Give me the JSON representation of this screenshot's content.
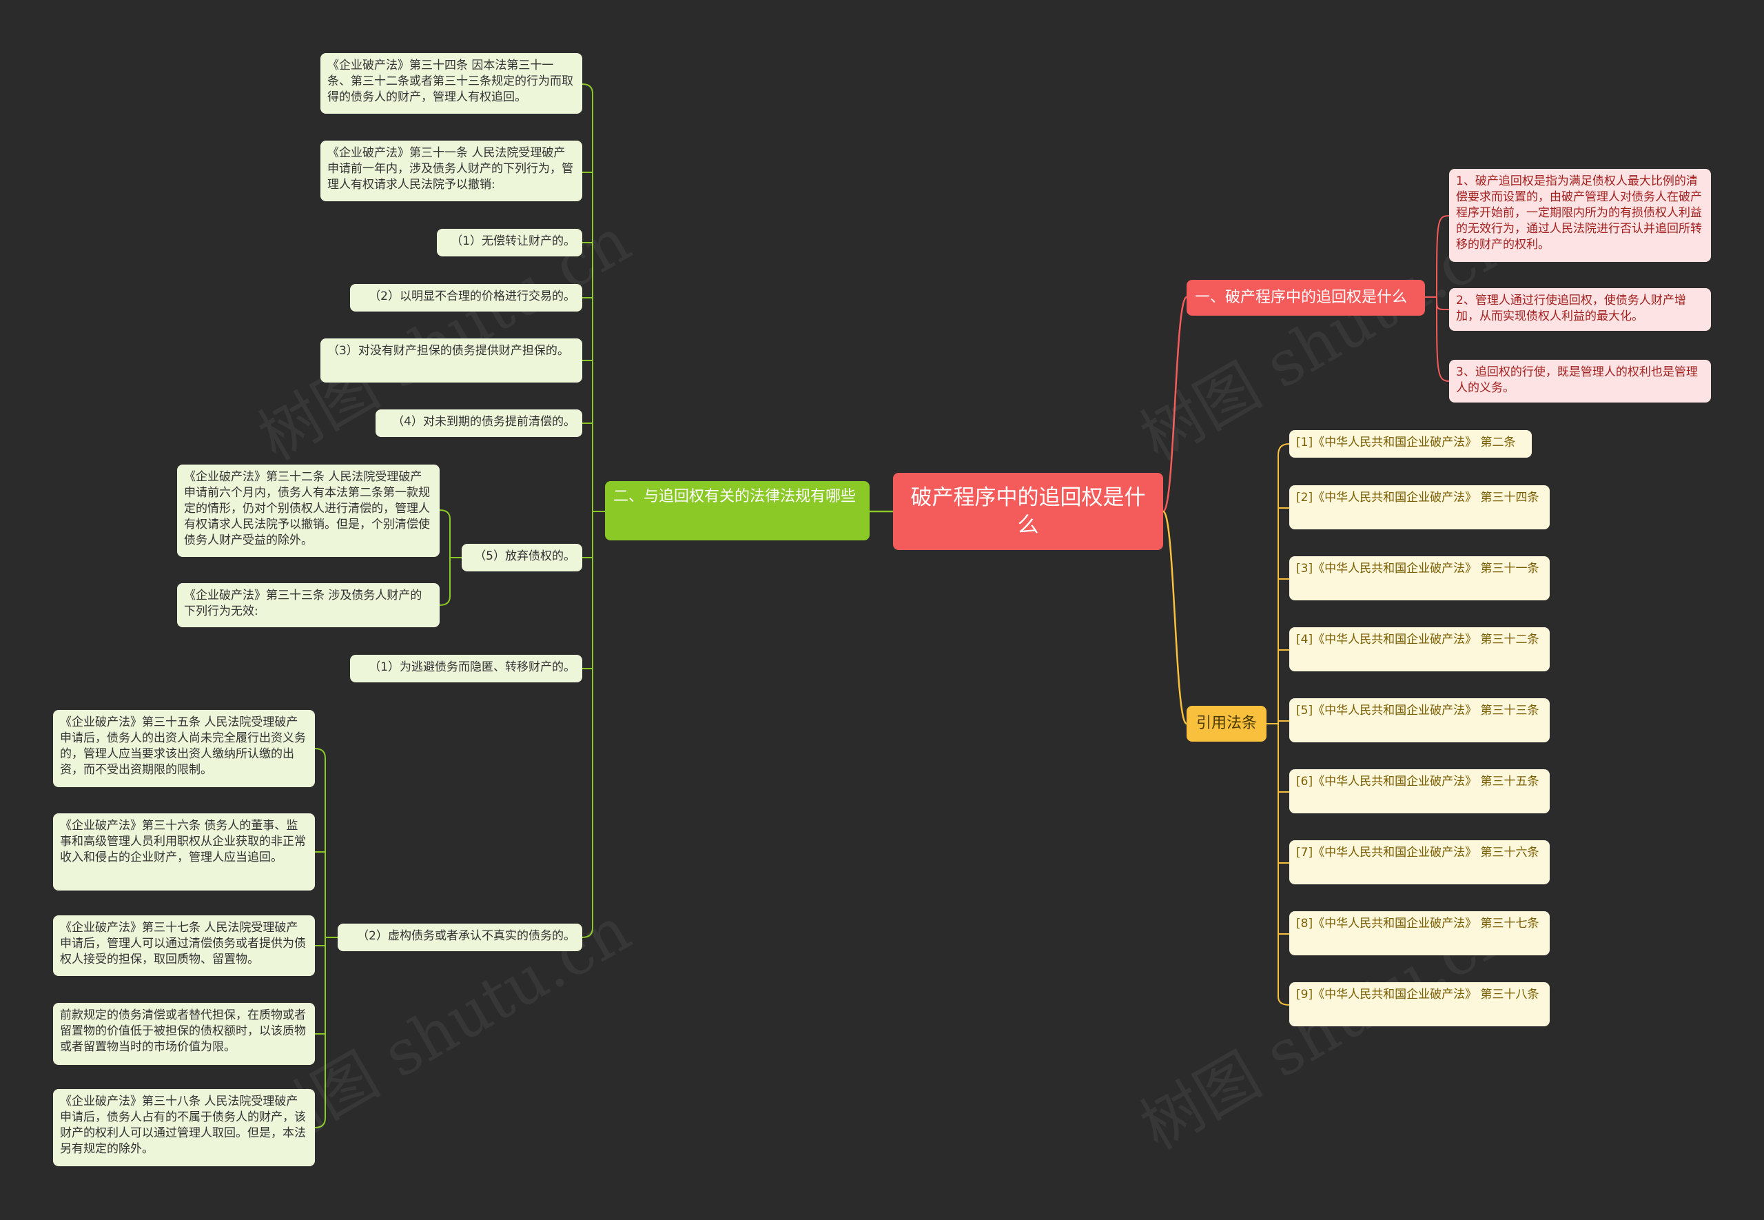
{
  "root": {
    "label": "破产程序中的追回权是什么"
  },
  "branch1": {
    "label": "一、破产程序中的追回权是什么",
    "items": [
      "1、破产追回权是指为满足债权人最大比例的清偿要求而设置的，由破产管理人对债务人在破产程序开始前，一定期限内所为的有损债权人利益的无效行为，通过人民法院进行否认并追回所转移的财产的权利。",
      "2、管理人通过行使追回权，使债务人财产增加，从而实现债权人利益的最大化。",
      "3、追回权的行使，既是管理人的权利也是管理人的义务。"
    ]
  },
  "branch2": {
    "label": "二、与追回权有关的法律法规有哪些",
    "items": [
      "《企业破产法》第三十四条 因本法第三十一条、第三十二条或者第三十三条规定的行为而取得的债务人的财产，管理人有权追回。",
      "《企业破产法》第三十一条 人民法院受理破产申请前一年内，涉及债务人财产的下列行为，管理人有权请求人民法院予以撤销:",
      "（1）无偿转让财产的。",
      "（2）以明显不合理的价格进行交易的。",
      "（3）对没有财产担保的债务提供财产担保的。",
      "（4）对未到期的债务提前清偿的。",
      "（5）放弃债权的。",
      "（1）为逃避债务而隐匿、转移财产的。",
      "（2）虚构债务或者承认不真实的债务的。"
    ],
    "sub5": [
      "《企业破产法》第三十二条 人民法院受理破产申请前六个月内，债务人有本法第二条第一款规定的情形，仍对个别债权人进行清偿的，管理人有权请求人民法院予以撤销。但是，个别清偿使债务人财产受益的除外。",
      "《企业破产法》第三十三条 涉及债务人财产的下列行为无效:"
    ],
    "subfinal": [
      "《企业破产法》第三十五条 人民法院受理破产申请后，债务人的出资人尚未完全履行出资义务的，管理人应当要求该出资人缴纳所认缴的出资，而不受出资期限的限制。",
      "《企业破产法》第三十六条 债务人的董事、监事和高级管理人员利用职权从企业获取的非正常收入和侵占的企业财产，管理人应当追回。",
      "《企业破产法》第三十七条 人民法院受理破产申请后，管理人可以通过清偿债务或者提供为债权人接受的担保，取回质物、留置物。",
      "前款规定的债务清偿或者替代担保，在质物或者留置物的价值低于被担保的债权额时，以该质物或者留置物当时的市场价值为限。",
      "《企业破产法》第三十八条 人民法院受理破产申请后，债务人占有的不属于债务人的财产，该财产的权利人可以通过管理人取回。但是，本法另有规定的除外。"
    ]
  },
  "branch3": {
    "label": "引用法条",
    "items": [
      "[1]《中华人民共和国企业破产法》 第二条",
      "[2]《中华人民共和国企业破产法》 第三十四条",
      "[3]《中华人民共和国企业破产法》 第三十一条",
      "[4]《中华人民共和国企业破产法》 第三十二条",
      "[5]《中华人民共和国企业破产法》 第三十三条",
      "[6]《中华人民共和国企业破产法》 第三十五条",
      "[7]《中华人民共和国企业破产法》 第三十六条",
      "[8]《中华人民共和国企业破产法》 第三十七条",
      "[9]《中华人民共和国企业破产法》 第三十八条"
    ]
  },
  "colors": {
    "background": "#2b2b2b",
    "red": "#f45b5b",
    "green": "#8bc926",
    "yellow": "#f8c03c"
  }
}
